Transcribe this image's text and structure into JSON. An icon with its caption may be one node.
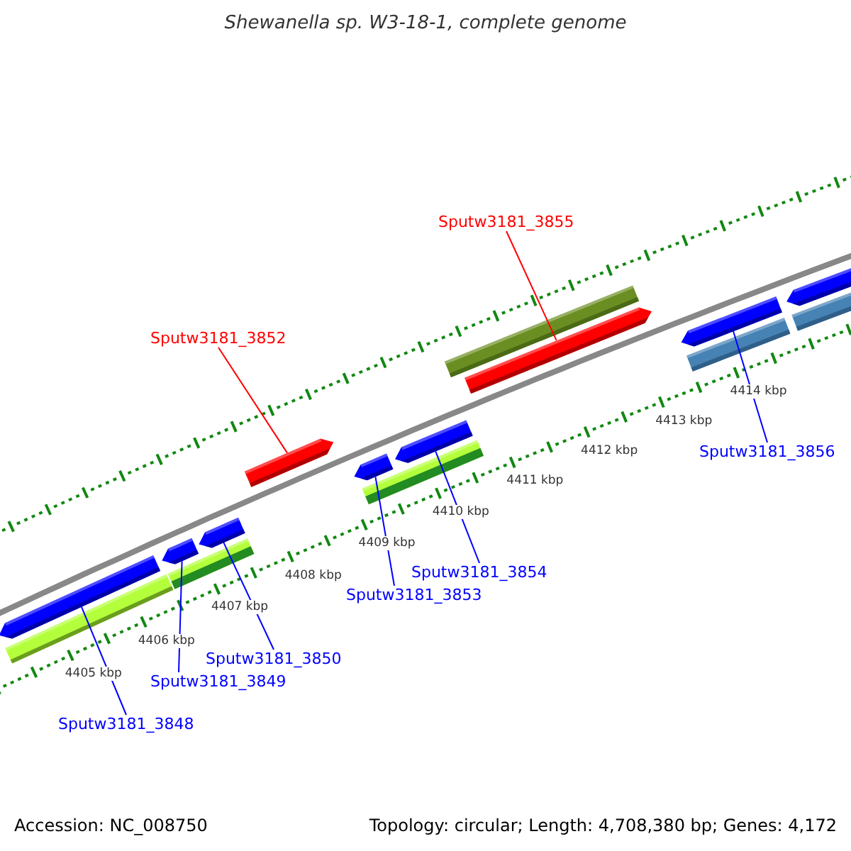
{
  "diagram": {
    "title": "Shewanella sp. W3-18-1, complete genome",
    "nodes": [
      {
        "text": [
          "Sputw3181_3855"
        ]
      },
      {
        "text": [
          "Sputw3181_3852"
        ]
      },
      {
        "text": [
          "Sputw3181_3856"
        ]
      },
      {
        "text": [
          "Sputw3181_3854"
        ]
      },
      {
        "text": [
          "Sputw3181_3853"
        ]
      },
      {
        "text": [
          "Sputw3181_3850"
        ]
      },
      {
        "text": [
          "Sputw3181_3849"
        ]
      },
      {
        "text": [
          "Sputw3181_3848"
        ]
      },
      {
        "text": [],
        "shape": "bar"
      },
      {
        "text": [],
        "shape": "bar"
      },
      {
        "text": [],
        "shape": "bar"
      },
      {
        "text": [],
        "shape": "bar"
      },
      {
        "text": [],
        "shape": "bar"
      },
      {
        "text": [],
        "shape": "bar"
      },
      {
        "text": [],
        "shape": "bar"
      },
      {
        "text": [],
        "shape": "bar"
      },
      {
        "text": [],
        "shape": "bar"
      },
      {
        "text": [],
        "shape": "bar"
      },
      {
        "text": [],
        "shape": "bar"
      },
      {
        "text": [],
        "shape": "bar"
      },
      {
        "text": [],
        "shape": "bar"
      },
      {
        "text": [],
        "shape": "bar"
      },
      {
        "text": [],
        "shape": "bar"
      }
    ],
    "edges": [
      {
        "from": 0,
        "to": 18,
        "arrow": "none",
        "color": "#ff0000"
      },
      {
        "from": 1,
        "to": 13,
        "arrow": "none",
        "color": "#ff0000"
      },
      {
        "from": 2,
        "to": 19,
        "arrow": "none",
        "color": "#0000ff"
      },
      {
        "from": 3,
        "to": 16,
        "arrow": "none",
        "color": "#0000ff"
      },
      {
        "from": 4,
        "to": 14,
        "arrow": "none",
        "color": "#0000ff"
      },
      {
        "from": 5,
        "to": 12,
        "arrow": "none",
        "color": "#0000ff"
      },
      {
        "from": 6,
        "to": 10,
        "arrow": "none",
        "color": "#0000ff"
      },
      {
        "from": 7,
        "to": 8,
        "arrow": "none",
        "color": "#0000ff"
      }
    ],
    "labels": [
      "4414 kbp",
      "4413 kbp",
      "4412 kbp",
      "4411 kbp",
      "4410 kbp",
      "4409 kbp",
      "4408 kbp",
      "4407 kbp",
      "4406 kbp",
      "4405 kbp",
      "Accession: NC_008750",
      "Topology: circular; Length: 4,708,380 bp; Genes: 4,172"
    ]
  }
}
